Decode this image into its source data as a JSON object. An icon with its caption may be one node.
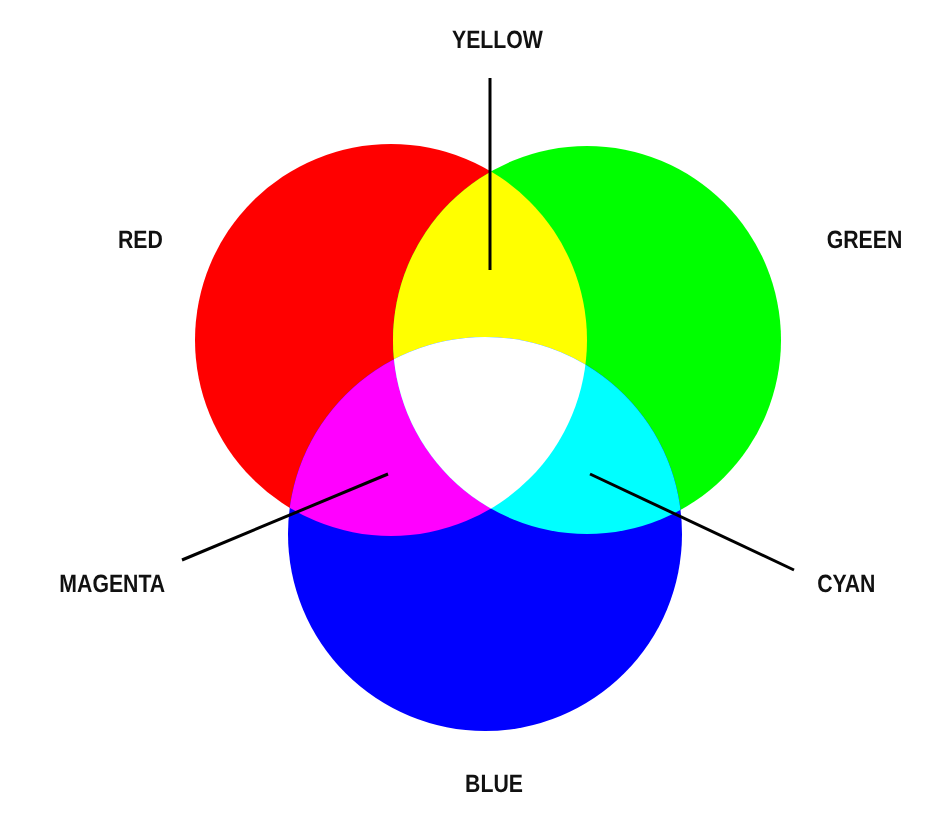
{
  "diagram": {
    "nodes": [
      {
        "text": [
          "YELLOW"
        ]
      },
      {
        "text": [
          "MAGENTA"
        ]
      },
      {
        "text": [
          "CYAN"
        ]
      }
    ],
    "edges": [
      {
        "from": 0,
        "to": null,
        "arrow": "none"
      },
      {
        "from": 1,
        "to": null,
        "arrow": "none"
      },
      {
        "from": 2,
        "to": null,
        "arrow": "none"
      }
    ],
    "labels": [
      "RED",
      "GREEN",
      "BLUE"
    ]
  }
}
